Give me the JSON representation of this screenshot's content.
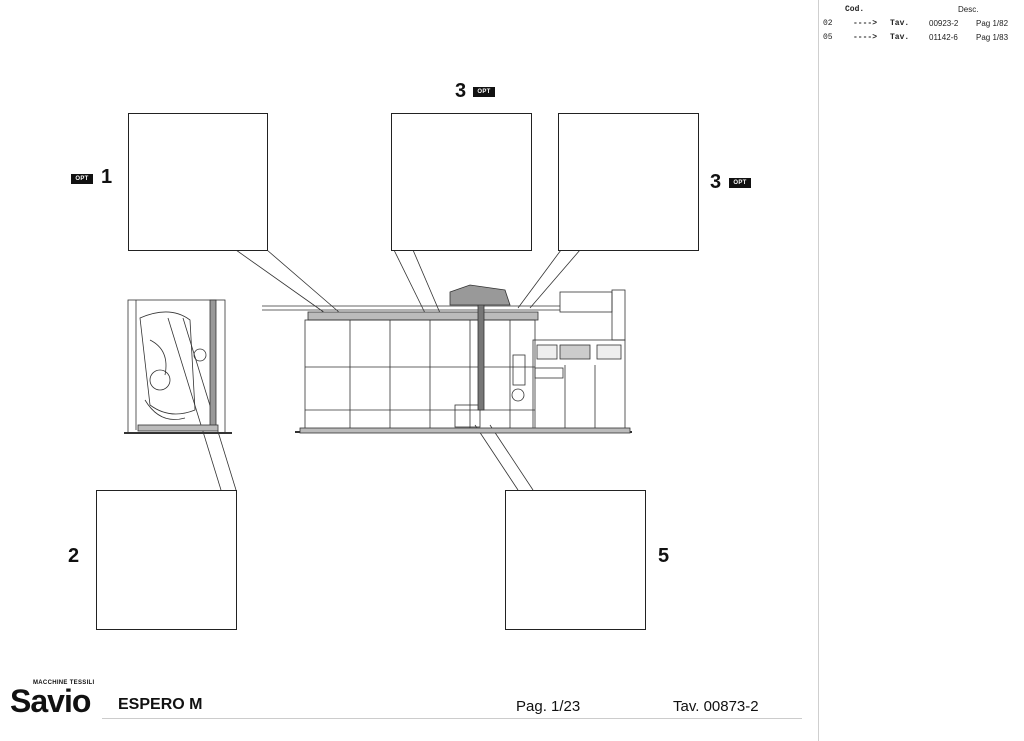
{
  "reference_table": {
    "headers": {
      "code": "Cod.",
      "desc": "Desc."
    },
    "rows": [
      {
        "index": "02",
        "arrow": "---->",
        "tav": "Tav.",
        "code": "00923-2",
        "page": "Pag 1/82"
      },
      {
        "index": "05",
        "arrow": "---->",
        "tav": "Tav.",
        "code": "01142-6",
        "page": "Pag 1/83"
      }
    ]
  },
  "callouts": {
    "c1": {
      "number": "1",
      "badge": "OPT"
    },
    "c2": {
      "number": "2"
    },
    "c3_top": {
      "number": "3",
      "badge": "OPT"
    },
    "c3_right": {
      "number": "3",
      "badge": "OPT"
    },
    "c5": {
      "number": "5"
    }
  },
  "footer": {
    "brand": "Savio",
    "brand_tagline": "MACCHINE TESSILI",
    "model": "ESPERO M",
    "page": "Pag. 1/23",
    "table_ref": "Tav. 00873-2"
  }
}
